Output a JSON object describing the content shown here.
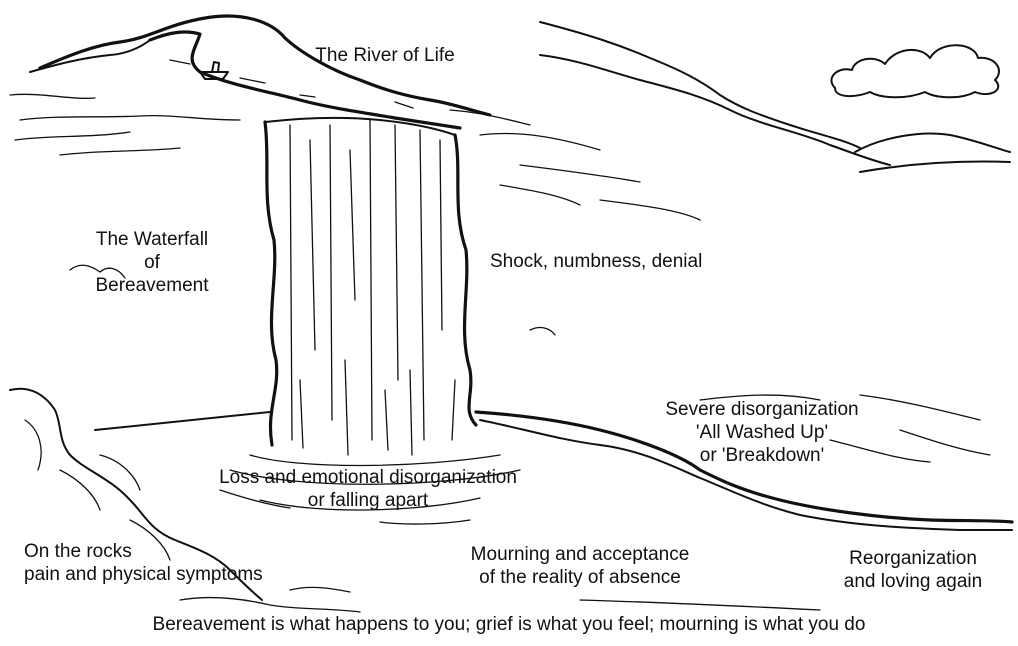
{
  "labels": {
    "river_of_life": "The River of Life",
    "waterfall": "The Waterfall\nof\nBereavement",
    "shock": "Shock, numbness, denial",
    "severe": "Severe disorganization\n'All Washed Up'\nor 'Breakdown'",
    "loss": "Loss and emotional disorganization\nor falling apart",
    "rocks": "On the rocks\npain and physical symptoms",
    "mourning": "Mourning and acceptance\nof the reality of absence",
    "reorganization": "Reorganization\nand loving again",
    "caption": "Bereavement is what happens to you; grief is what you feel; mourning is what you do"
  },
  "colors": {
    "ink": "#111111",
    "background": "#ffffff"
  }
}
